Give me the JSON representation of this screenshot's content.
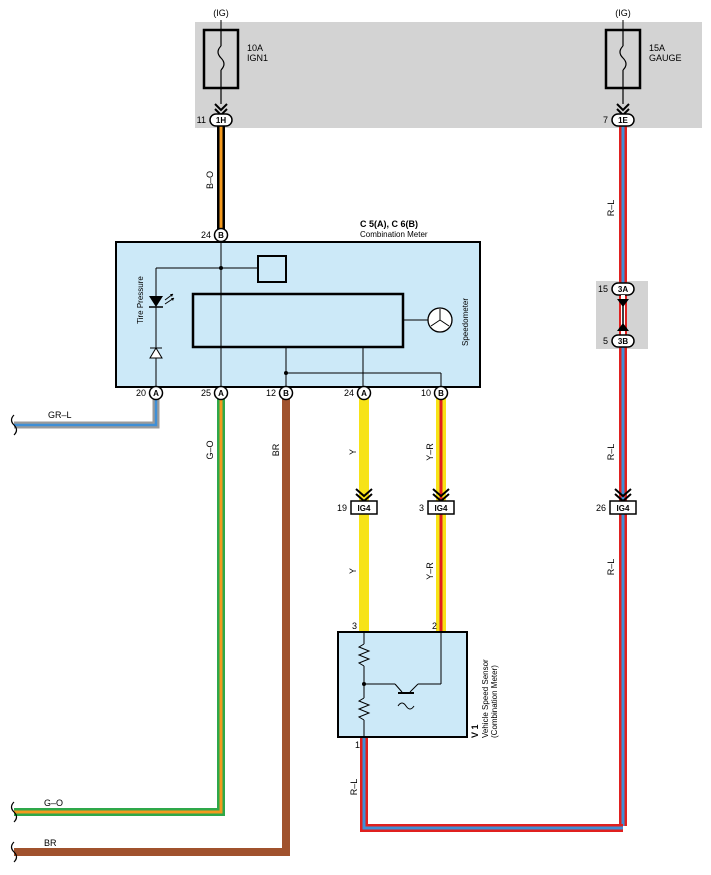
{
  "fuses": [
    {
      "ig_label": "(IG)",
      "rating": "10A",
      "name": "IGN1"
    },
    {
      "ig_label": "(IG)",
      "rating": "15A",
      "name": "GAUGE"
    }
  ],
  "connectors": {
    "c_1h": {
      "code": "1H",
      "pin": "11"
    },
    "c_1e": {
      "code": "1E",
      "pin": "7"
    },
    "c_meter_b24": {
      "code": "B",
      "pin": "24"
    },
    "c_a20": {
      "code": "A",
      "pin": "20"
    },
    "c_a25": {
      "code": "A",
      "pin": "25"
    },
    "c_b12": {
      "code": "B",
      "pin": "12"
    },
    "c_a24": {
      "code": "A",
      "pin": "24"
    },
    "c_b10": {
      "code": "B",
      "pin": "10"
    },
    "c_3a": {
      "code": "3A",
      "pin": "15"
    },
    "c_3b": {
      "code": "3B",
      "pin": "5"
    },
    "c_ig4_19": {
      "code": "IG4",
      "pin": "19"
    },
    "c_ig4_3": {
      "code": "IG4",
      "pin": "3"
    },
    "c_ig4_26": {
      "code": "IG4",
      "pin": "26"
    }
  },
  "meter": {
    "ref": "C 5(A), C 6(B)",
    "name": "Combination Meter",
    "tire_pressure": "Tire Pressure",
    "speedometer": "Speedometer"
  },
  "sensor": {
    "ref": "V 1",
    "name_line1": "Vehicle Speed Sensor",
    "name_line2": "(Combination Meter)",
    "pin3": "3",
    "pin2": "2",
    "pin1": "1"
  },
  "wires": {
    "b_o": "B–O",
    "r_l_top": "R–L",
    "gr_l": "GR–L",
    "g_o_vertical": "G–O",
    "br_vertical": "BR",
    "y_upper": "Y",
    "y_r_upper": "Y–R",
    "r_l_mid": "R–L",
    "y_lower": "Y",
    "y_r_lower": "Y–R",
    "r_l_lower": "R–L",
    "r_l_bottom": "R–L",
    "g_o_bottom": "G–O",
    "br_bottom": "BR"
  },
  "colors": {
    "relay_box": "#d3d3d3",
    "meter_fill": "#cce9f8",
    "sensor_fill": "#cce9f8",
    "red": "#e0201f",
    "blue": "#3f8fd6",
    "orange": "#f49a1e",
    "yellow": "#f7e317",
    "brown": "#a0522d",
    "green": "#2ea84a",
    "grey": "#9a9a9a"
  }
}
